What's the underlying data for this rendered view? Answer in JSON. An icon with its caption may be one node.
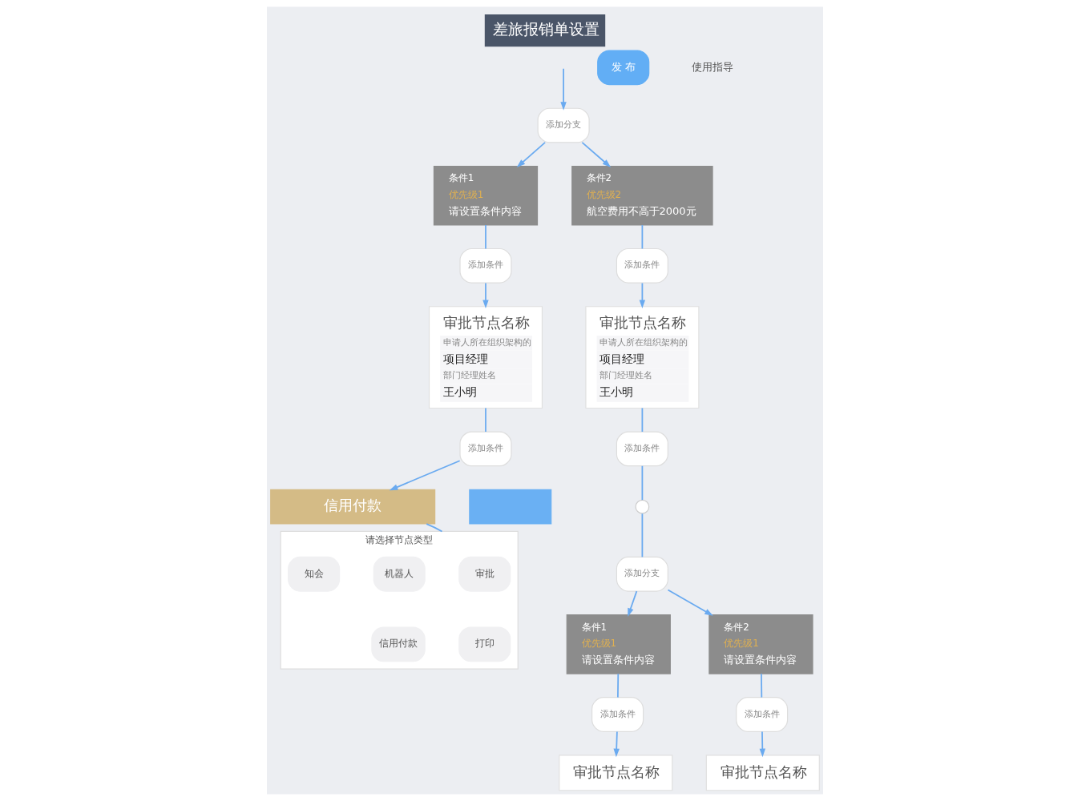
{
  "diagram": {
    "title": "差旅报销单设置",
    "nodes": [
      {
        "text": [
          "添加分支"
        ]
      },
      {
        "text": [
          "条件1",
          "优先级1",
          "请设置条件内容"
        ]
      },
      {
        "text": [
          "条件2",
          "优先级2",
          "航空费用不高于2000元"
        ]
      },
      {
        "text": [
          "添加条件"
        ]
      },
      {
        "text": [
          "添加条件"
        ]
      },
      {
        "text": [
          "审批节点名称",
          "申请人所在组织架构的",
          "项目经理",
          "部门经理姓名",
          "王小明"
        ]
      },
      {
        "text": [
          "审批节点名称",
          "申请人所在组织架构的",
          "项目经理",
          "部门经理姓名",
          "王小明"
        ]
      },
      {
        "text": [
          "添加条件"
        ]
      },
      {
        "text": [
          "信用付款"
        ]
      },
      {
        "text": [],
        "shape": "box"
      },
      {
        "text": [
          "请选择节点类型"
        ]
      },
      {
        "text": [
          "审批"
        ],
        "in": 10
      },
      {
        "text": [
          "机器人"
        ],
        "in": 10
      },
      {
        "text": [
          "知会"
        ],
        "in": 10
      },
      {
        "text": [
          "打印"
        ],
        "in": 10
      },
      {
        "text": [
          "信用付款"
        ],
        "in": 10
      },
      {
        "text": [
          "添加条件"
        ]
      },
      {
        "text": [],
        "shape": "circle"
      },
      {
        "text": [
          "添加分支"
        ]
      },
      {
        "text": [
          "条件1",
          "优先级1",
          "请设置条件内容"
        ]
      },
      {
        "text": [
          "条件2",
          "优先级1",
          "请设置条件内容"
        ]
      },
      {
        "text": [
          "添加条件"
        ]
      },
      {
        "text": [
          "添加条件"
        ]
      },
      {
        "text": [
          "审批节点名称"
        ]
      },
      {
        "text": [
          "审批节点名称"
        ]
      }
    ],
    "edges": [
      {
        "from": null,
        "to": 0,
        "arrow": "to"
      },
      {
        "from": 0,
        "to": 1,
        "arrow": "to"
      },
      {
        "from": 0,
        "to": 2,
        "arrow": "to"
      },
      {
        "from": 1,
        "to": 3,
        "arrow": "none"
      },
      {
        "from": 3,
        "to": 5,
        "arrow": "to"
      },
      {
        "from": 2,
        "to": 4,
        "arrow": "none"
      },
      {
        "from": 4,
        "to": 6,
        "arrow": "to"
      },
      {
        "from": 5,
        "to": 7,
        "arrow": "none"
      },
      {
        "from": 7,
        "to": 8,
        "arrow": "to"
      },
      {
        "from": 8,
        "to": 10,
        "arrow": "none"
      },
      {
        "from": 6,
        "to": 16,
        "arrow": "none"
      },
      {
        "from": 16,
        "to": 17,
        "arrow": "none"
      },
      {
        "from": 17,
        "to": 18,
        "arrow": "none"
      },
      {
        "from": 18,
        "to": 19,
        "arrow": "to"
      },
      {
        "from": 18,
        "to": 20,
        "arrow": "to"
      },
      {
        "from": 19,
        "to": 21,
        "arrow": "none"
      },
      {
        "from": 21,
        "to": 23,
        "arrow": "to"
      },
      {
        "from": 20,
        "to": 22,
        "arrow": "none"
      },
      {
        "from": 22,
        "to": 24,
        "arrow": "to"
      }
    ],
    "labels": [
      "发 布",
      "使用指导"
    ]
  }
}
